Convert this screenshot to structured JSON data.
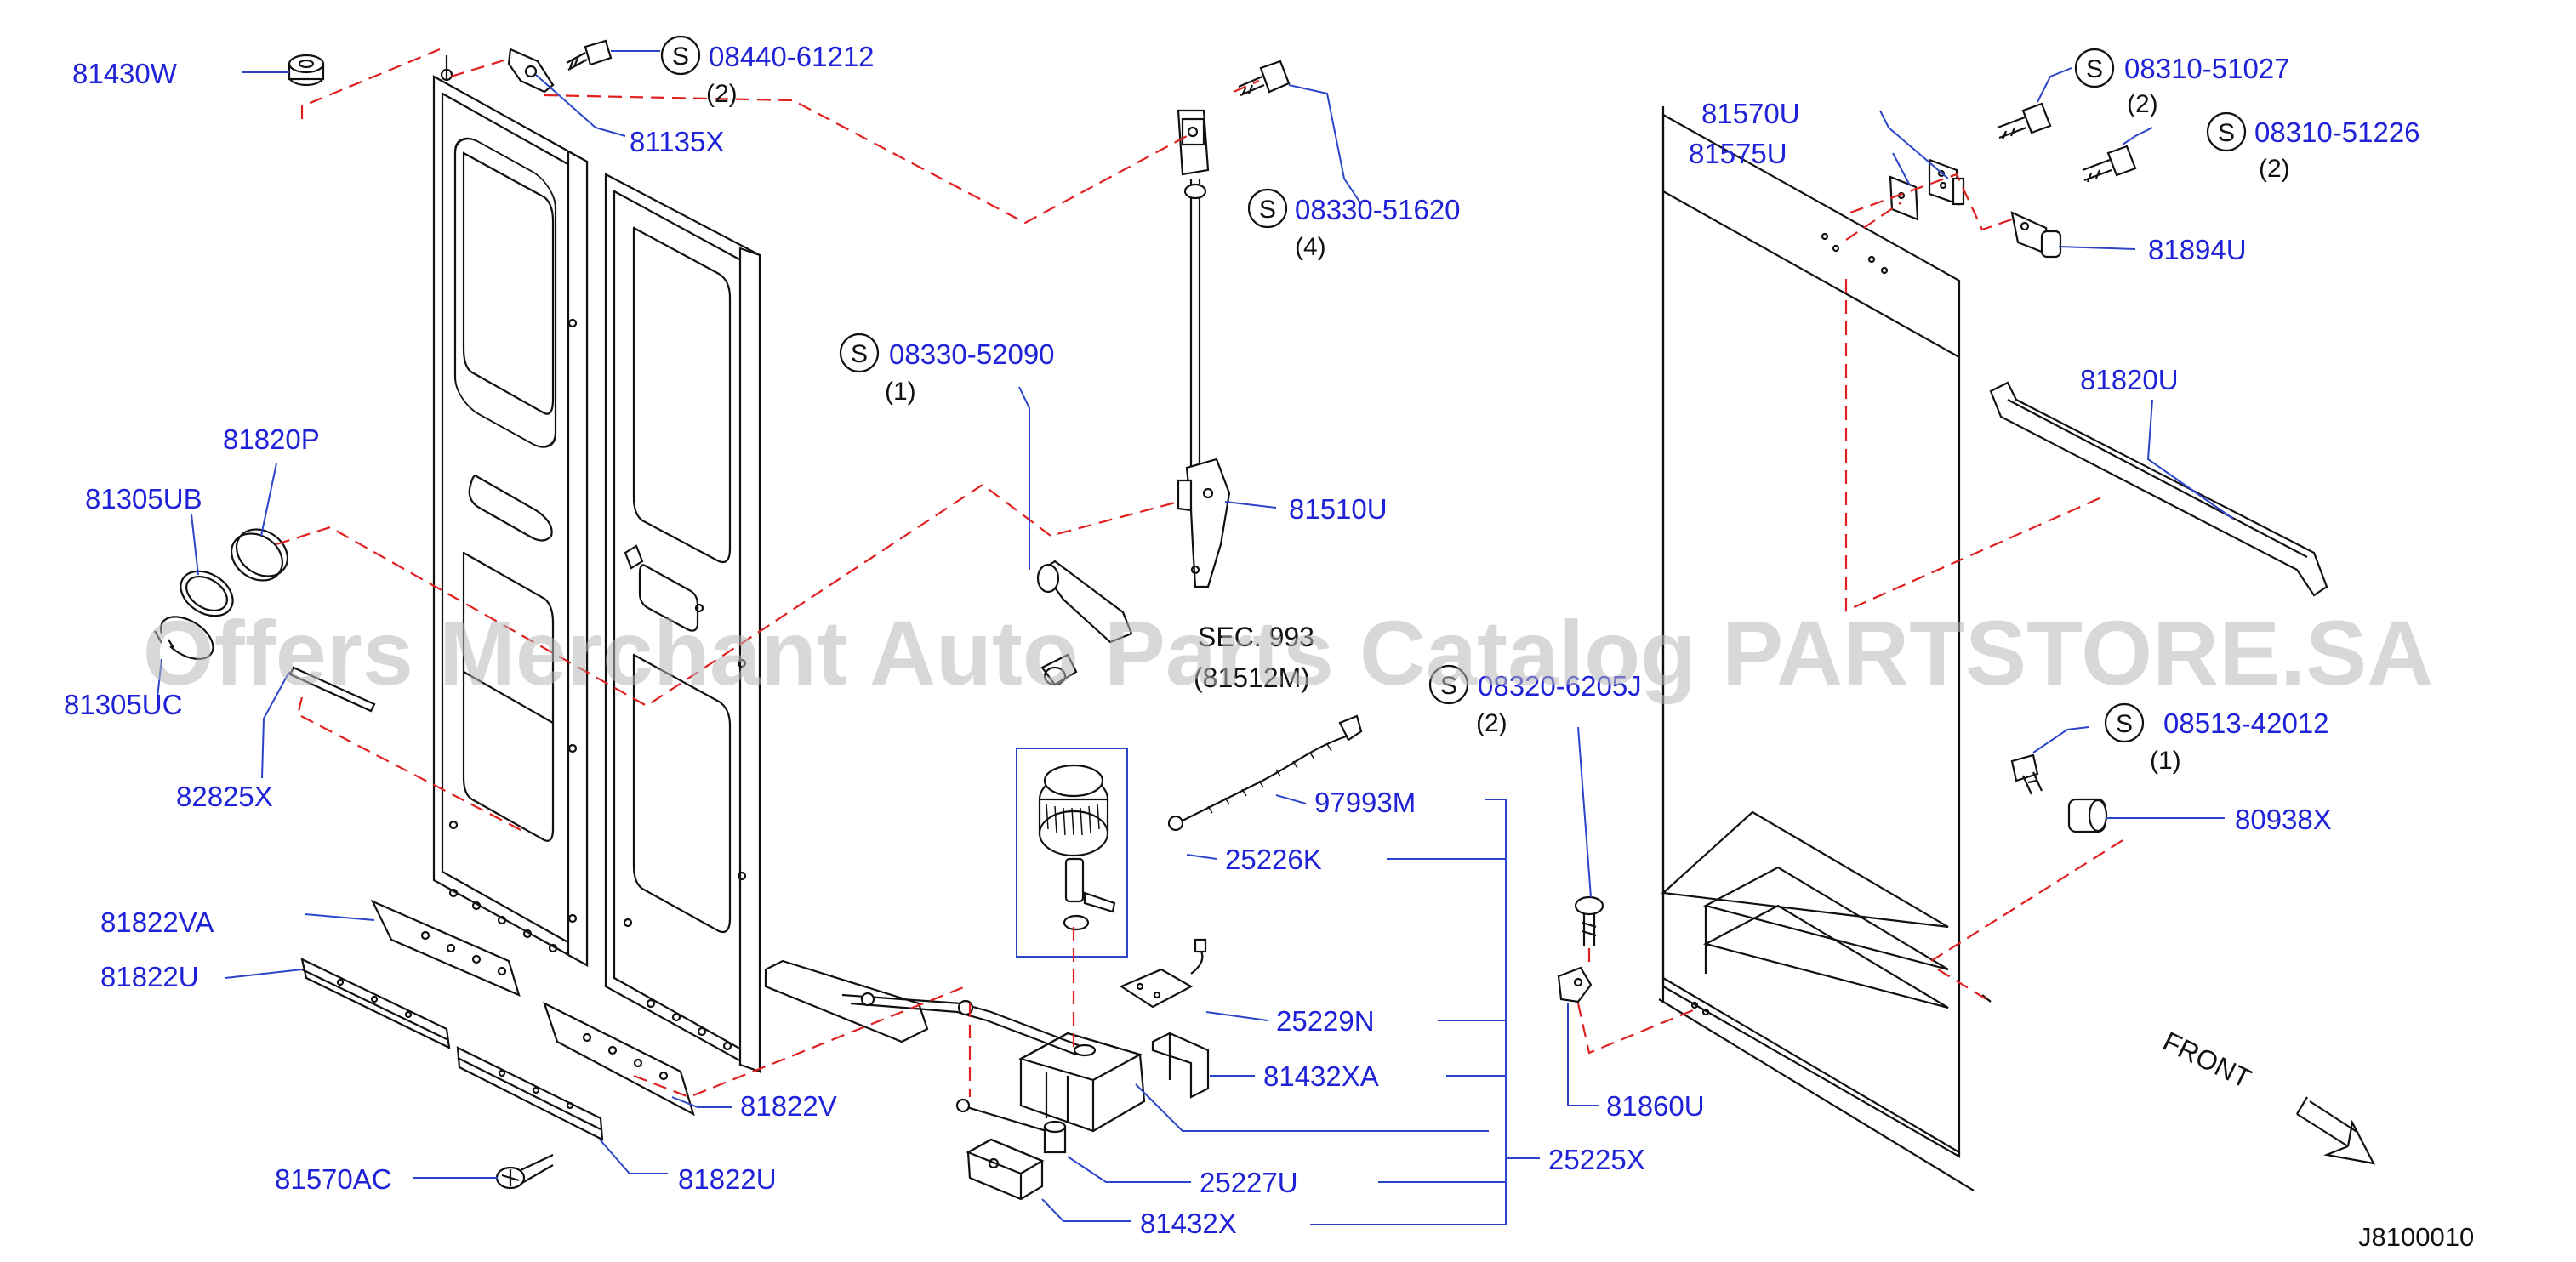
{
  "watermark": "Offers Merchant Auto Parts Catalog PARTSTORE.SA",
  "diagram_code": "J8100010",
  "front_label": "FRONT",
  "section_ref": {
    "line1": "SEC. 993",
    "line2": "(81512M)"
  },
  "colors": {
    "part_label": "#1f22d6",
    "leader": "#2a45c8",
    "dashed": "#e01f1f",
    "line": "#111111"
  },
  "parts": {
    "p81430w": "81430W",
    "p81135x": "81135X",
    "p81820p": "81820P",
    "p81305ub": "81305UB",
    "p81305uc": "81305UC",
    "p82825x": "82825X",
    "p81822va": "81822VA",
    "p81822u": "81822U",
    "p81822v": "81822V",
    "p81570ac": "81570AC",
    "p81822u_b": "81822U",
    "p81510u": "81510U",
    "p97993m": "97993M",
    "p25226k": "25226K",
    "p25229n": "25229N",
    "p81432xa": "81432XA",
    "p25225x": "25225X",
    "p25227u": "25227U",
    "p81432x": "81432X",
    "p81570u": "81570U",
    "p81575u": "81575U",
    "p81894u": "81894U",
    "p81820u": "81820U",
    "p80938x": "80938X",
    "p81860u": "81860U"
  },
  "screws": {
    "s1": {
      "symbol": "S",
      "code": "08440-61212",
      "qty": "(2)"
    },
    "s2": {
      "symbol": "S",
      "code": "08330-51620",
      "qty": "(4)"
    },
    "s3": {
      "symbol": "S",
      "code": "08330-52090",
      "qty": "(1)"
    },
    "s4": {
      "symbol": "S",
      "code": "08310-51027",
      "qty": "(2)"
    },
    "s5": {
      "symbol": "S",
      "code": "08310-51226",
      "qty": "(2)"
    },
    "s6": {
      "symbol": "S",
      "code": "08320-6205J",
      "qty": "(2)"
    },
    "s7": {
      "symbol": "S",
      "code": "08513-42012",
      "qty": "(1)"
    }
  }
}
